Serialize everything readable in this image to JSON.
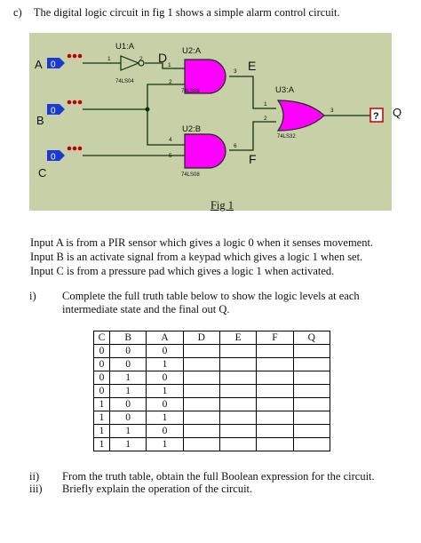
{
  "question": {
    "label": "c)",
    "text": "The digital logic circuit in fig 1 shows a simple alarm control circuit."
  },
  "circuit": {
    "inputs": [
      {
        "name": "A",
        "state": "0"
      },
      {
        "name": "B",
        "state": "0"
      },
      {
        "name": "C",
        "state": "0"
      }
    ],
    "gates": [
      {
        "ref": "U1:A",
        "part": "74LS04"
      },
      {
        "ref": "U2:A",
        "part": "74LS08"
      },
      {
        "ref": "U2:B",
        "part": "74LS08"
      },
      {
        "ref": "U3:A",
        "part": "74LS32"
      }
    ],
    "nodes": {
      "d": "D",
      "e": "E",
      "f": "F",
      "q": "Q"
    },
    "pins": {
      "p1": "1",
      "p2": "2",
      "p3": "3",
      "p4": "4",
      "p5": "5",
      "p6": "6",
      "d_sub": "1"
    },
    "output_probe": "?",
    "colors": {
      "background": "#c8d0a8",
      "gate": "#ff00ff",
      "wire": "#103010",
      "input_box": "#1a3ad0",
      "probe": "#c00000"
    }
  },
  "figure_caption": "Fig 1",
  "description": [
    "Input A is from a PIR sensor which gives a logic 0 when it senses movement.",
    "Input B is an activate signal from a keypad which gives a logic 1 when set.",
    "Input C is from a pressure pad which gives a logic 1 when activated."
  ],
  "items": [
    {
      "num": "i)",
      "text": "Complete the full truth table below to show the logic levels at each intermediate state and the final out Q."
    },
    {
      "num": "ii)",
      "text": "From the truth table, obtain the full Boolean expression for the circuit."
    },
    {
      "num": "iii)",
      "text": "Briefly explain the operation of the circuit."
    }
  ],
  "truth_table": {
    "headers": [
      "C",
      "B",
      "A",
      "D",
      "E",
      "F",
      "Q"
    ],
    "rows": [
      [
        "0",
        "0",
        "0",
        "",
        "",
        "",
        ""
      ],
      [
        "0",
        "0",
        "1",
        "",
        "",
        "",
        ""
      ],
      [
        "0",
        "1",
        "0",
        "",
        "",
        "",
        ""
      ],
      [
        "0",
        "1",
        "1",
        "",
        "",
        "",
        ""
      ],
      [
        "1",
        "0",
        "0",
        "",
        "",
        "",
        ""
      ],
      [
        "1",
        "0",
        "1",
        "",
        "",
        "",
        ""
      ],
      [
        "1",
        "1",
        "0",
        "",
        "",
        "",
        ""
      ],
      [
        "1",
        "1",
        "1",
        "",
        "",
        "",
        ""
      ]
    ]
  }
}
